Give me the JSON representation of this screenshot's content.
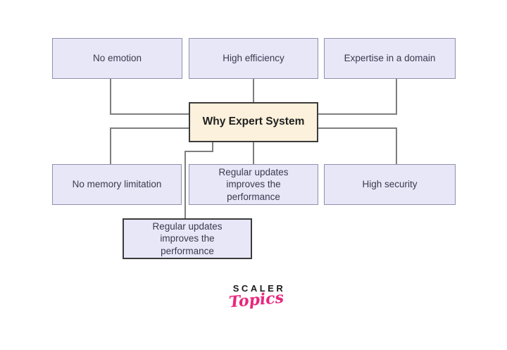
{
  "diagram": {
    "title_node": {
      "label": "Why Expert System"
    },
    "nodes": [
      {
        "id": "no-emotion",
        "label": "No emotion"
      },
      {
        "id": "high-efficiency",
        "label": "High efficiency"
      },
      {
        "id": "expertise-in-a-domain",
        "label": "Expertise in a domain"
      },
      {
        "id": "no-memory-limitation",
        "label": "No memory limitation"
      },
      {
        "id": "regular-updates",
        "label": "Regular updates improves the performance"
      },
      {
        "id": "high-security",
        "label": "High security"
      },
      {
        "id": "regular-updates-duplicate",
        "label": "Regular updates improves the performance"
      }
    ],
    "colors": {
      "node-fill": "#e7e7f8",
      "node-border": "#8f8fae",
      "center-fill": "#fbf1dc",
      "dark-border": "#3b3b3b",
      "line": "#7e7e7e",
      "text": "#3a3a4e",
      "pink": "#e8267c"
    }
  },
  "logo": {
    "brand": "SCALER",
    "sub": "Topics"
  }
}
